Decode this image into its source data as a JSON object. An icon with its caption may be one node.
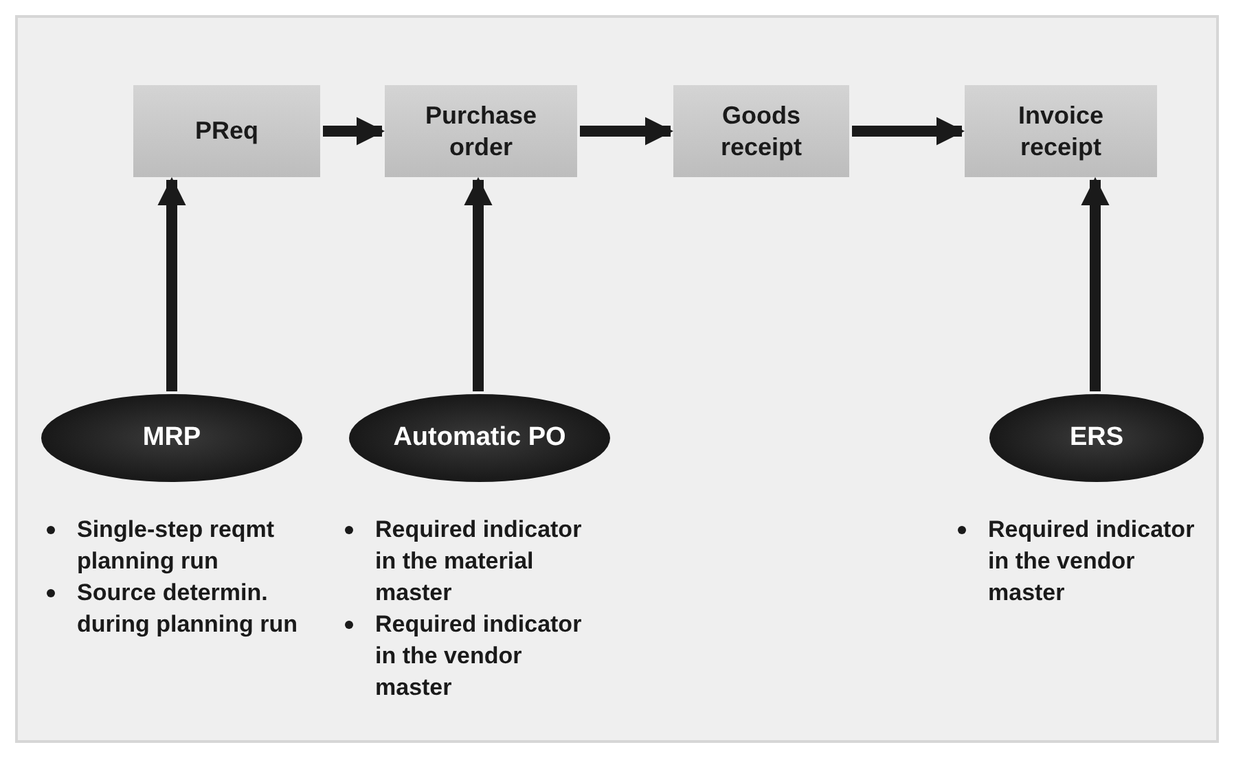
{
  "diagram": {
    "nodes": [
      {
        "text": [
          "PReq"
        ]
      },
      {
        "text": [
          "Purchase order"
        ]
      },
      {
        "text": [
          "Goods receipt"
        ]
      },
      {
        "text": [
          "Invoice receipt"
        ]
      },
      {
        "text": [
          "MRP"
        ],
        "beside": [
          "Single-step reqmt planning run",
          "Source determin. during planning run"
        ]
      },
      {
        "text": [
          "Automatic PO"
        ],
        "beside": [
          "Required indicator in the material master",
          "Required indicator in the vendor master"
        ]
      },
      {
        "text": [
          "ERS"
        ],
        "beside": [
          "Required indicator in the vendor master"
        ]
      }
    ],
    "edges": [
      {
        "from": 0,
        "to": 1,
        "arrow": "to"
      },
      {
        "from": 1,
        "to": 2,
        "arrow": "to"
      },
      {
        "from": 2,
        "to": 3,
        "arrow": "to"
      },
      {
        "from": 4,
        "to": 0,
        "arrow": "to"
      },
      {
        "from": 5,
        "to": 1,
        "arrow": "to"
      },
      {
        "from": 6,
        "to": 3,
        "arrow": "to"
      }
    ]
  }
}
